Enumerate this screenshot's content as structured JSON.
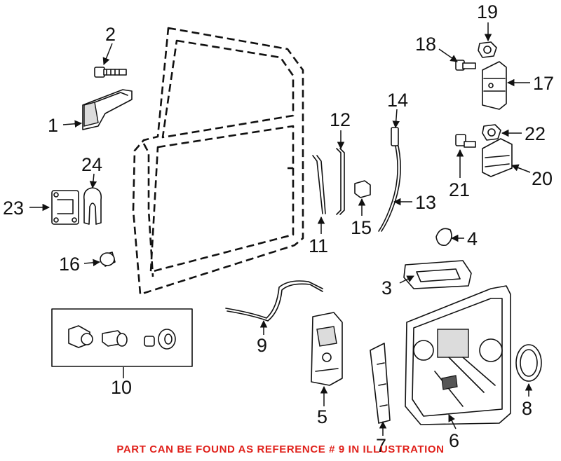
{
  "colors": {
    "line": "#111111",
    "notice": "#e0201a",
    "background": "#ffffff"
  },
  "callouts": [
    {
      "id": "1",
      "label": "1"
    },
    {
      "id": "2",
      "label": "2"
    },
    {
      "id": "3",
      "label": "3"
    },
    {
      "id": "4",
      "label": "4"
    },
    {
      "id": "5",
      "label": "5"
    },
    {
      "id": "6",
      "label": "6"
    },
    {
      "id": "7",
      "label": "7"
    },
    {
      "id": "8",
      "label": "8"
    },
    {
      "id": "9",
      "label": "9"
    },
    {
      "id": "10",
      "label": "10"
    },
    {
      "id": "11",
      "label": "11"
    },
    {
      "id": "12",
      "label": "12"
    },
    {
      "id": "13",
      "label": "13"
    },
    {
      "id": "14",
      "label": "14"
    },
    {
      "id": "15",
      "label": "15"
    },
    {
      "id": "16",
      "label": "16"
    },
    {
      "id": "17",
      "label": "17"
    },
    {
      "id": "18",
      "label": "18"
    },
    {
      "id": "19",
      "label": "19"
    },
    {
      "id": "20",
      "label": "20"
    },
    {
      "id": "21",
      "label": "21"
    },
    {
      "id": "22",
      "label": "22"
    },
    {
      "id": "23",
      "label": "23"
    },
    {
      "id": "24",
      "label": "24"
    }
  ],
  "notice": "PART CAN BE FOUND AS REFERENCE # 9 IN ILLUSTRATION"
}
